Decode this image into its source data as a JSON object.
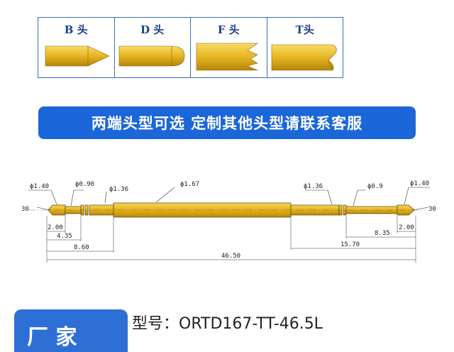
{
  "tip_types": [
    {
      "label": "B 头",
      "shape": "cone-point"
    },
    {
      "label": "D 头",
      "shape": "round-dome"
    },
    {
      "label": "F 头",
      "shape": "serrated-crown"
    },
    {
      "label": "T头",
      "shape": "beveled-cut"
    }
  ],
  "banner": {
    "text": "两端头型可选  定制其他头型请联系客服"
  },
  "drawing": {
    "diameters": {
      "left_tip": "ϕ1.40",
      "left_neck": "ϕ0.90",
      "left_collar": "ϕ1.36",
      "barrel": "ϕ1.67",
      "right_collar": "ϕ1.36",
      "right_neck": "ϕ0.9",
      "right_tip": "ϕ1.40"
    },
    "angles": {
      "left": "30",
      "right": "30"
    },
    "lengths": {
      "left_tip": "2.00",
      "left_neck": "4.35",
      "left_plunger": "8.60",
      "right_plunger": "15.70",
      "right_neck": "8.35",
      "right_tip": "2.00",
      "total": "46.50"
    }
  },
  "footer": {
    "tab_text": "厂 家",
    "model": "型号：ORTD167-TT-46.5L"
  },
  "colors": {
    "gold_light": "#f2cc3c",
    "gold_dark": "#b98a06",
    "accent_blue": "#1b66d8",
    "line_blue": "#3b6fb5"
  }
}
